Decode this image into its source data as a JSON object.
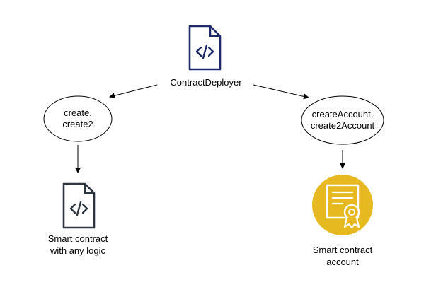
{
  "colors": {
    "background": "#ffffff",
    "stroke": "#000000",
    "root_doc_icon": "#1f2a6b",
    "logic_doc_icon": "#2d3540",
    "account_badge_fill": "#e6b920",
    "account_badge_icon": "#ffffff"
  },
  "nodes": {
    "root": {
      "label": "ContractDeployer",
      "icon": "code-document-icon"
    },
    "left_method": {
      "line1": "create,",
      "line2": "create2"
    },
    "right_method": {
      "line1": "createAccount,",
      "line2": "create2Account"
    },
    "left_result": {
      "line1": "Smart contract",
      "line2": "with any logic",
      "icon": "code-document-icon"
    },
    "right_result": {
      "line1": "Smart contract",
      "line2": "account",
      "icon": "certificate-icon"
    }
  }
}
